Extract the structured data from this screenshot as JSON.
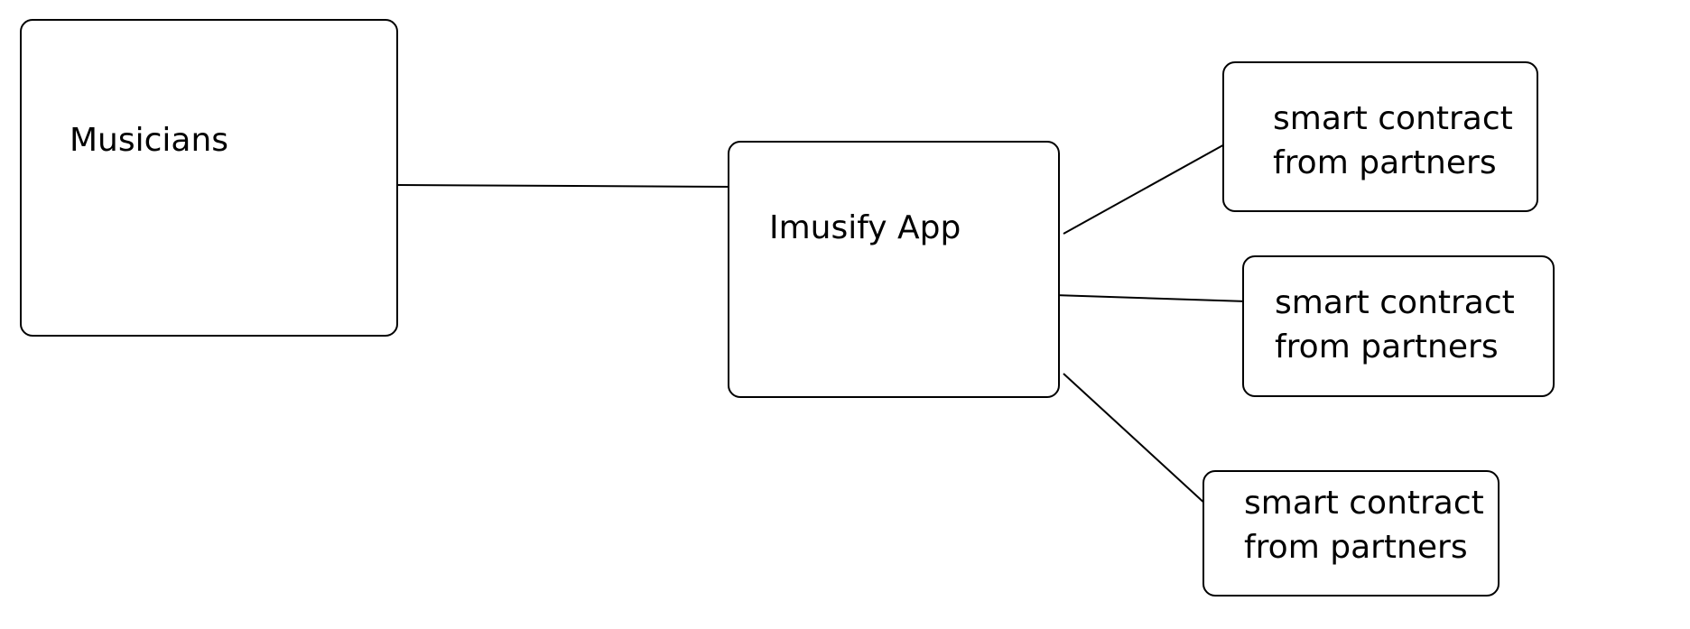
{
  "diagram": {
    "nodes": [
      {
        "id": "musicians",
        "label": "Musicians"
      },
      {
        "id": "imusify",
        "label": "Imusify App"
      },
      {
        "id": "partner-1",
        "label": "smart contract\nfrom partners"
      },
      {
        "id": "partner-2",
        "label": "smart contract\nfrom partners"
      },
      {
        "id": "partner-3",
        "label": "smart contract\nfrom partners"
      }
    ],
    "edges": [
      {
        "from": "musicians",
        "to": "imusify"
      },
      {
        "from": "imusify",
        "to": "partner-1"
      },
      {
        "from": "imusify",
        "to": "partner-2"
      },
      {
        "from": "imusify",
        "to": "partner-3"
      }
    ],
    "colors": {
      "stroke": "#000000",
      "background": "#ffffff"
    }
  }
}
